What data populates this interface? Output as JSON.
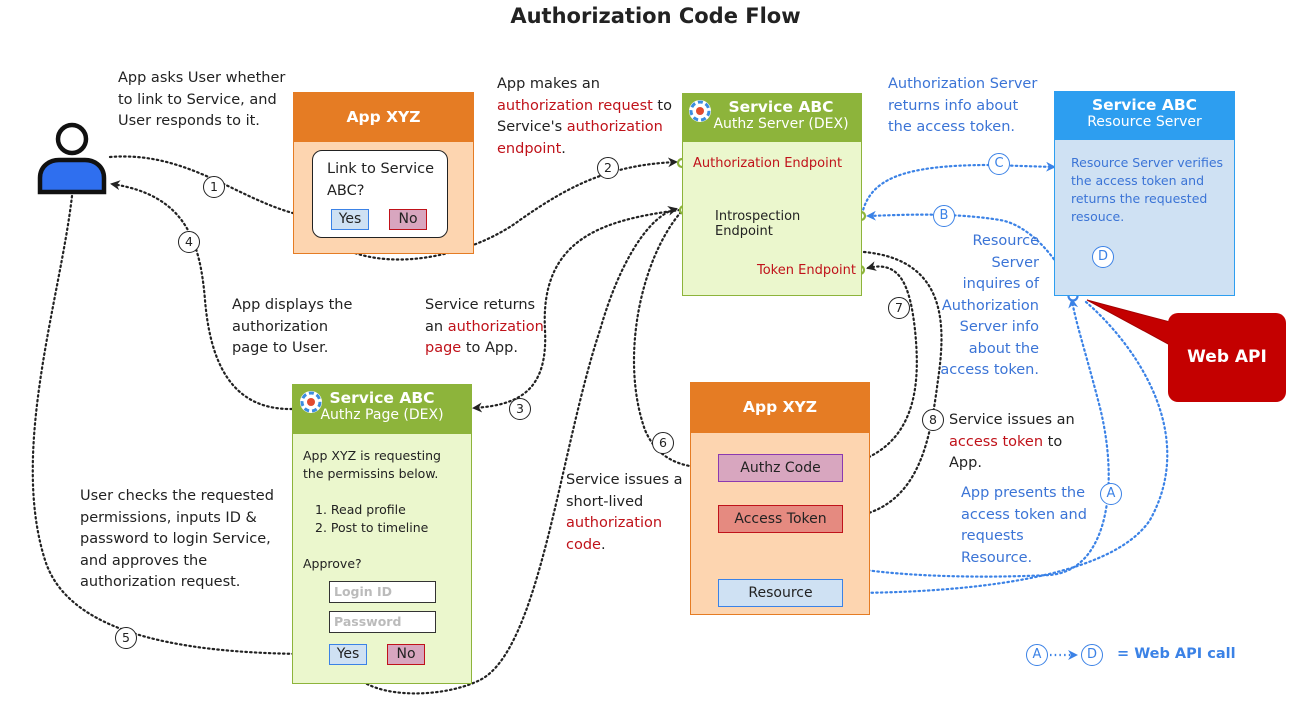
{
  "title": "Authorization Code Flow",
  "colors": {
    "orange": "#e57c24",
    "peach": "#fdd5b0",
    "green": "#8db43b",
    "lightgreen": "#ebf7cd",
    "blue": "#2d9ef0",
    "lightblue": "#cfe1f3",
    "red": "#c0121a",
    "flow_blue": "#3b82e6"
  },
  "icons": {
    "user": "user-icon",
    "dex": "dex-logo-icon"
  },
  "notes": {
    "n1": [
      "App asks User whether",
      "to link to Service, and",
      "User responds to it."
    ],
    "n2": {
      "l1": "App makes an",
      "l2a": "authorization request",
      "l2b": " to",
      "l3a": "Service's ",
      "l3b": "authorization",
      "l4a": "endpoint",
      "l4b": "."
    },
    "n3": [
      "Authorization Server",
      "returns info about",
      "the access token."
    ],
    "n4": [
      "App displays the",
      "authorization",
      "page to User."
    ],
    "n5": {
      "l1": "Service returns",
      "l2a": "an ",
      "l2b": "authorization",
      "l3a": "page",
      "l3b": " to App."
    },
    "n6": [
      "Resource",
      "Server",
      "inquires of",
      "Authorization",
      "Server info",
      "about the",
      "access token."
    ],
    "n7": [
      "User checks the requested",
      "permissions, inputs ID &",
      "password to login Service,",
      "and approves the",
      "authorization request."
    ],
    "n8": {
      "l1": "Service issues a",
      "l2": "short-lived",
      "l3": "authorization",
      "l4a": "code",
      "l4b": "."
    },
    "n9": {
      "l1": "Service issues an",
      "l2a": "access token",
      "l2b": " to",
      "l3": "App."
    },
    "n10": [
      "App presents the",
      "access token and",
      "requests",
      "Resource."
    ]
  },
  "app_xyz_top": {
    "title": "App XYZ",
    "dialog_text1": "Link to Service",
    "dialog_text2": "ABC?",
    "yes": "Yes",
    "no": "No"
  },
  "authz_server": {
    "title": "Service ABC",
    "subtitle": "Authz Server (DEX)",
    "endpoints": [
      "Authorization Endpoint",
      "Introspection Endpoint",
      "Token Endpoint"
    ]
  },
  "resource_server": {
    "title": "Service ABC",
    "subtitle": "Resource Server",
    "body": [
      "Resource Server verifies",
      "the access token and",
      "returns the requested",
      "resouce."
    ]
  },
  "authz_page": {
    "title": "Service ABC",
    "subtitle": "Authz Page (DEX)",
    "text1": "App XYZ is requesting",
    "text2": "the permissins below.",
    "perm1": "1. Read profile",
    "perm2": "2. Post to timeline",
    "approve": "Approve?",
    "login_placeholder": "Login ID",
    "password_placeholder": "Password",
    "yes": "Yes",
    "no": "No"
  },
  "app_xyz_bottom": {
    "title": "App XYZ",
    "items": [
      "Authz Code",
      "Access Token",
      "Resource"
    ]
  },
  "callout": "Web API",
  "steps": [
    "1",
    "2",
    "3",
    "4",
    "5",
    "6",
    "7",
    "8"
  ],
  "letters": [
    "A",
    "B",
    "C",
    "D"
  ],
  "legend": {
    "from": "A",
    "to": "D",
    "label": "= Web API call"
  }
}
